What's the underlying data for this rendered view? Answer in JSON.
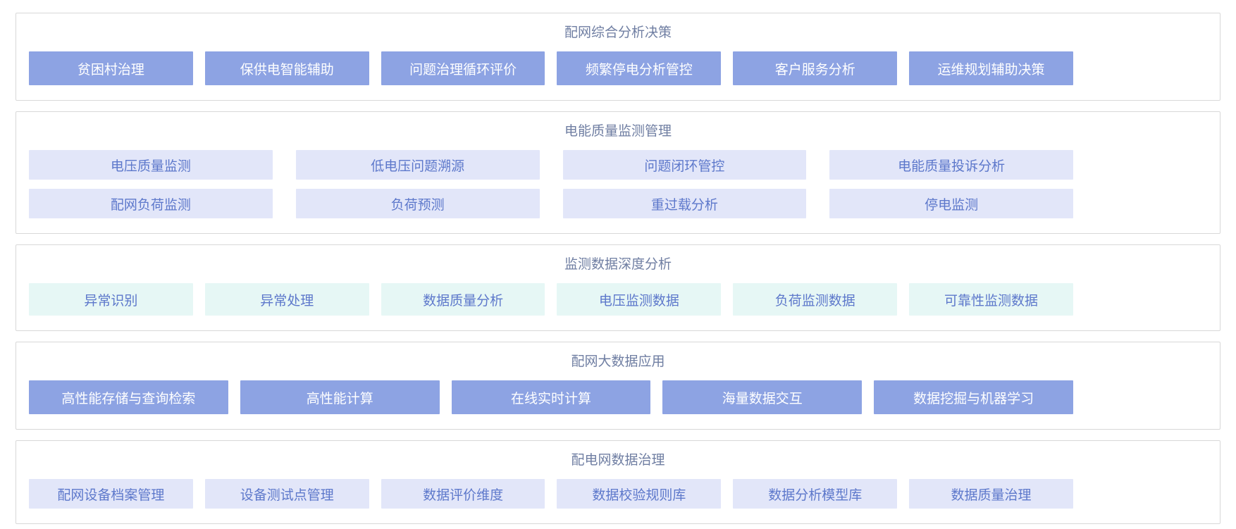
{
  "colors": {
    "solid_button_bg": "#8da3e3",
    "solid_button_text": "#ffffff",
    "lavender_button_bg": "#e2e6f9",
    "mint_button_bg": "#e6f7f5",
    "light_button_text": "#5d78cb",
    "section_title_text": "#6f7ea2",
    "card_border": "#d8d8d8"
  },
  "sections": [
    {
      "id": "comprehensive-analysis-decision",
      "title": "配网综合分析决策",
      "style": "solid",
      "rows": [
        [
          "贫困村治理",
          "保供电智能辅助",
          "问题治理循环评价",
          "频繁停电分析管控",
          "客户服务分析",
          "运维规划辅助决策"
        ]
      ]
    },
    {
      "id": "power-quality-monitoring",
      "title": "电能质量监测管理",
      "style": "lavender",
      "rows": [
        [
          "电压质量监测",
          "低电压问题溯源",
          "问题闭环管控",
          "电能质量投诉分析"
        ],
        [
          "配网负荷监测",
          "负荷预测",
          "重过载分析",
          "停电监测"
        ]
      ]
    },
    {
      "id": "monitoring-data-deep-analysis",
      "title": "监测数据深度分析",
      "style": "mint",
      "rows": [
        [
          "异常识别",
          "异常处理",
          "数据质量分析",
          "电压监测数据",
          "负荷监测数据",
          "可靠性监测数据"
        ]
      ]
    },
    {
      "id": "big-data-application",
      "title": "配网大数据应用",
      "style": "solid",
      "rows": [
        [
          "高性能存储与查询检索",
          "高性能计算",
          "在线实时计算",
          "海量数据交互",
          "数据挖掘与机器学习"
        ]
      ]
    },
    {
      "id": "distribution-data-governance",
      "title": "配电网数据治理",
      "style": "lavender",
      "rows": [
        [
          "配网设备档案管理",
          "设备测试点管理",
          "数据评价维度",
          "数据校验规则库",
          "数据分析模型库",
          "数据质量治理"
        ]
      ]
    }
  ]
}
